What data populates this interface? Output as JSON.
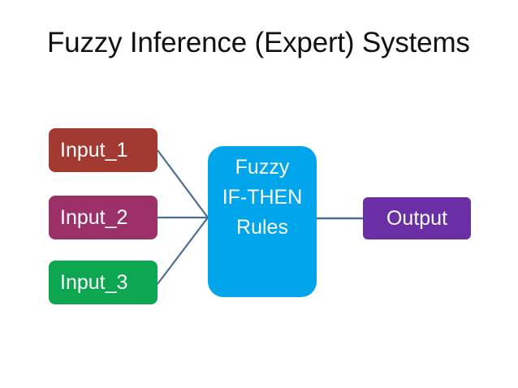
{
  "slide": {
    "title": "Fuzzy Inference (Expert) Systems",
    "background_color": "#ffffff",
    "title_color": "#111111"
  },
  "diagram": {
    "type": "flow",
    "connector_color": "#4a6e96",
    "inputs": [
      {
        "label": "Input_1",
        "color": "#a33a32"
      },
      {
        "label": "Input_2",
        "color": "#9c3069"
      },
      {
        "label": "Input_3",
        "color": "#0da651"
      }
    ],
    "process": {
      "color": "#00a5ec",
      "lines": [
        "Fuzzy",
        "IF-THEN",
        "Rules"
      ]
    },
    "output": {
      "label": "Output",
      "color": "#6a2fa5"
    },
    "connections": [
      {
        "from": "Input_1",
        "to": "Fuzzy IF-THEN Rules"
      },
      {
        "from": "Input_2",
        "to": "Fuzzy IF-THEN Rules"
      },
      {
        "from": "Input_3",
        "to": "Fuzzy IF-THEN Rules"
      },
      {
        "from": "Fuzzy IF-THEN Rules",
        "to": "Output"
      }
    ]
  }
}
